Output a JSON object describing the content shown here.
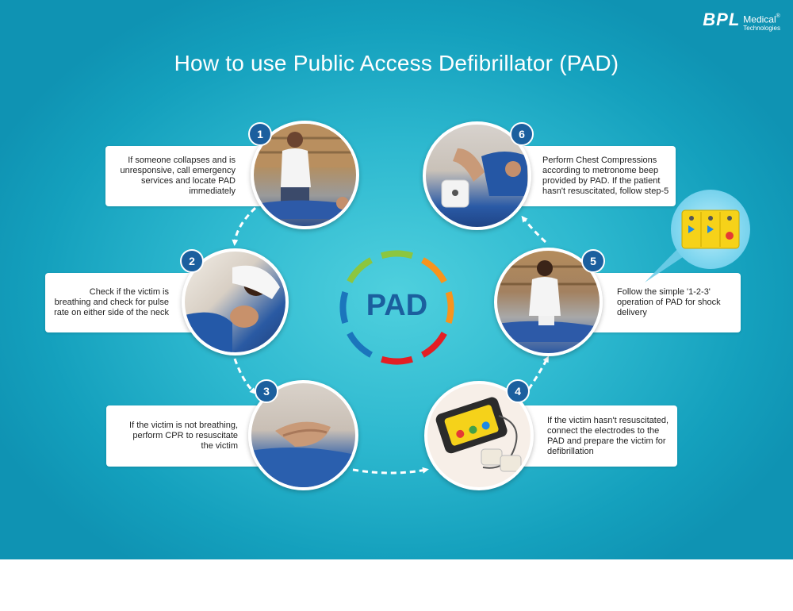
{
  "title": "How to use Public Access Defibrillator (PAD)",
  "logo": {
    "brand": "BPL",
    "line1": "Medical",
    "line2": "Technologies",
    "reg": "®"
  },
  "center_label": "PAD",
  "colors": {
    "background": "#1fa9c6",
    "badge": "#1b5f9e",
    "ring_segments": [
      "#8cc63f",
      "#8cc63f",
      "#f7941d",
      "#f7941d",
      "#e31e24",
      "#e31e24",
      "#1b75bc",
      "#1b75bc"
    ]
  },
  "steps": [
    {
      "number": "1",
      "lines": [
        "If someone collapses and is",
        "unresponsive, call emergency",
        "services and locate PAD",
        "immediately"
      ]
    },
    {
      "number": "2",
      "lines": [
        "Check if the victim is",
        "breathing and check for pulse",
        "rate on either side of the neck"
      ]
    },
    {
      "number": "3",
      "lines": [
        "If the victim is not breathing,",
        "perform CPR to resuscitate",
        "the victim"
      ]
    },
    {
      "number": "4",
      "lines": [
        "If the victim hasn't resuscitated,",
        "connect the electrodes to the",
        "PAD and prepare the victim for",
        "defibrillation"
      ]
    },
    {
      "number": "5",
      "lines": [
        "Follow the simple '1-2-3'",
        "operation of PAD for shock",
        "delivery"
      ]
    },
    {
      "number": "6",
      "lines": [
        "Perform Chest Compressions",
        "according to metronome beep",
        "provided by PAD. If the patient",
        "hasn't resuscitated, follow step-5"
      ]
    }
  ],
  "icons": [
    "phone-call-scene",
    "breathing-check-scene",
    "cpr-hands-scene",
    "defibrillator-device",
    "electrode-placement-scene",
    "chest-compression-scene"
  ]
}
